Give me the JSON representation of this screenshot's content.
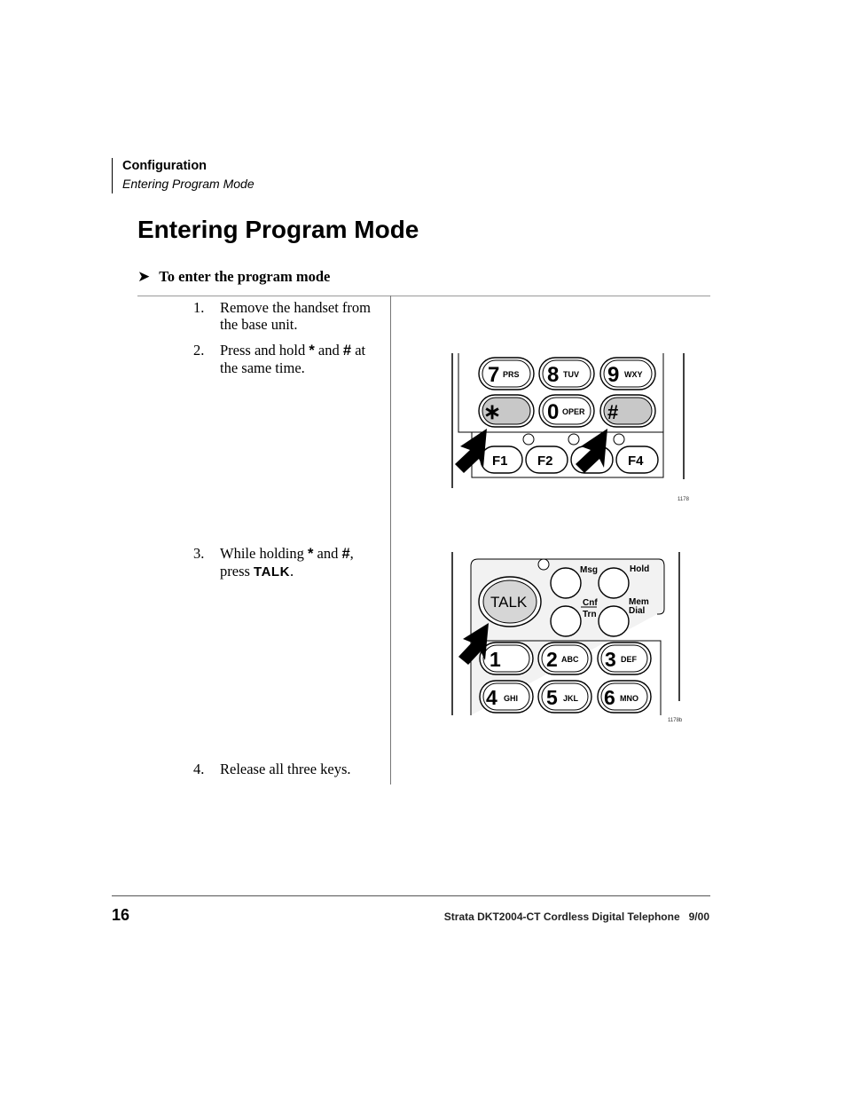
{
  "header": {
    "chapter": "Configuration",
    "section": "Entering Program Mode"
  },
  "page_title": "Entering Program Mode",
  "procedure": {
    "title": "To enter the program mode"
  },
  "steps": [
    {
      "num": "1.",
      "text": "Remove the handset from the base unit."
    },
    {
      "num": "2.",
      "pre": "Press and hold",
      "key1": "*",
      "mid": "and",
      "key2": "#",
      "post": "at the same time."
    },
    {
      "num": "3.",
      "pre": "While holding",
      "key1": "*",
      "mid": "and",
      "key2": "#",
      "post": ",",
      "line2": "press",
      "key3": "TALK",
      "end": "."
    },
    {
      "num": "4.",
      "text": "Release all three keys."
    }
  ],
  "figure1": {
    "id": "1178",
    "keys": [
      {
        "digit": "7",
        "letters": "PRS"
      },
      {
        "digit": "8",
        "letters": "TUV"
      },
      {
        "digit": "9",
        "letters": "WXY"
      },
      {
        "digit": "∗",
        "letters": ""
      },
      {
        "digit": "0",
        "letters": "OPER"
      },
      {
        "digit": "#",
        "letters": ""
      }
    ],
    "fkeys": [
      "F1",
      "F2",
      "",
      "F4"
    ]
  },
  "figure2": {
    "id": "1178b",
    "talk": "TALK",
    "labels": {
      "msg": "Msg",
      "hold": "Hold",
      "cnf": "Cnf",
      "trn": "Trn",
      "mem": "Mem",
      "dial": "Dial"
    },
    "keys": [
      {
        "digit": "1",
        "letters": ""
      },
      {
        "digit": "2",
        "letters": "ABC"
      },
      {
        "digit": "3",
        "letters": "DEF"
      },
      {
        "digit": "4",
        "letters": "GHI"
      },
      {
        "digit": "5",
        "letters": "JKL"
      },
      {
        "digit": "6",
        "letters": "MNO"
      }
    ]
  },
  "footer": {
    "page_number": "16",
    "doc_title": "Strata DKT2004-CT Cordless Digital Telephone   9/00"
  }
}
